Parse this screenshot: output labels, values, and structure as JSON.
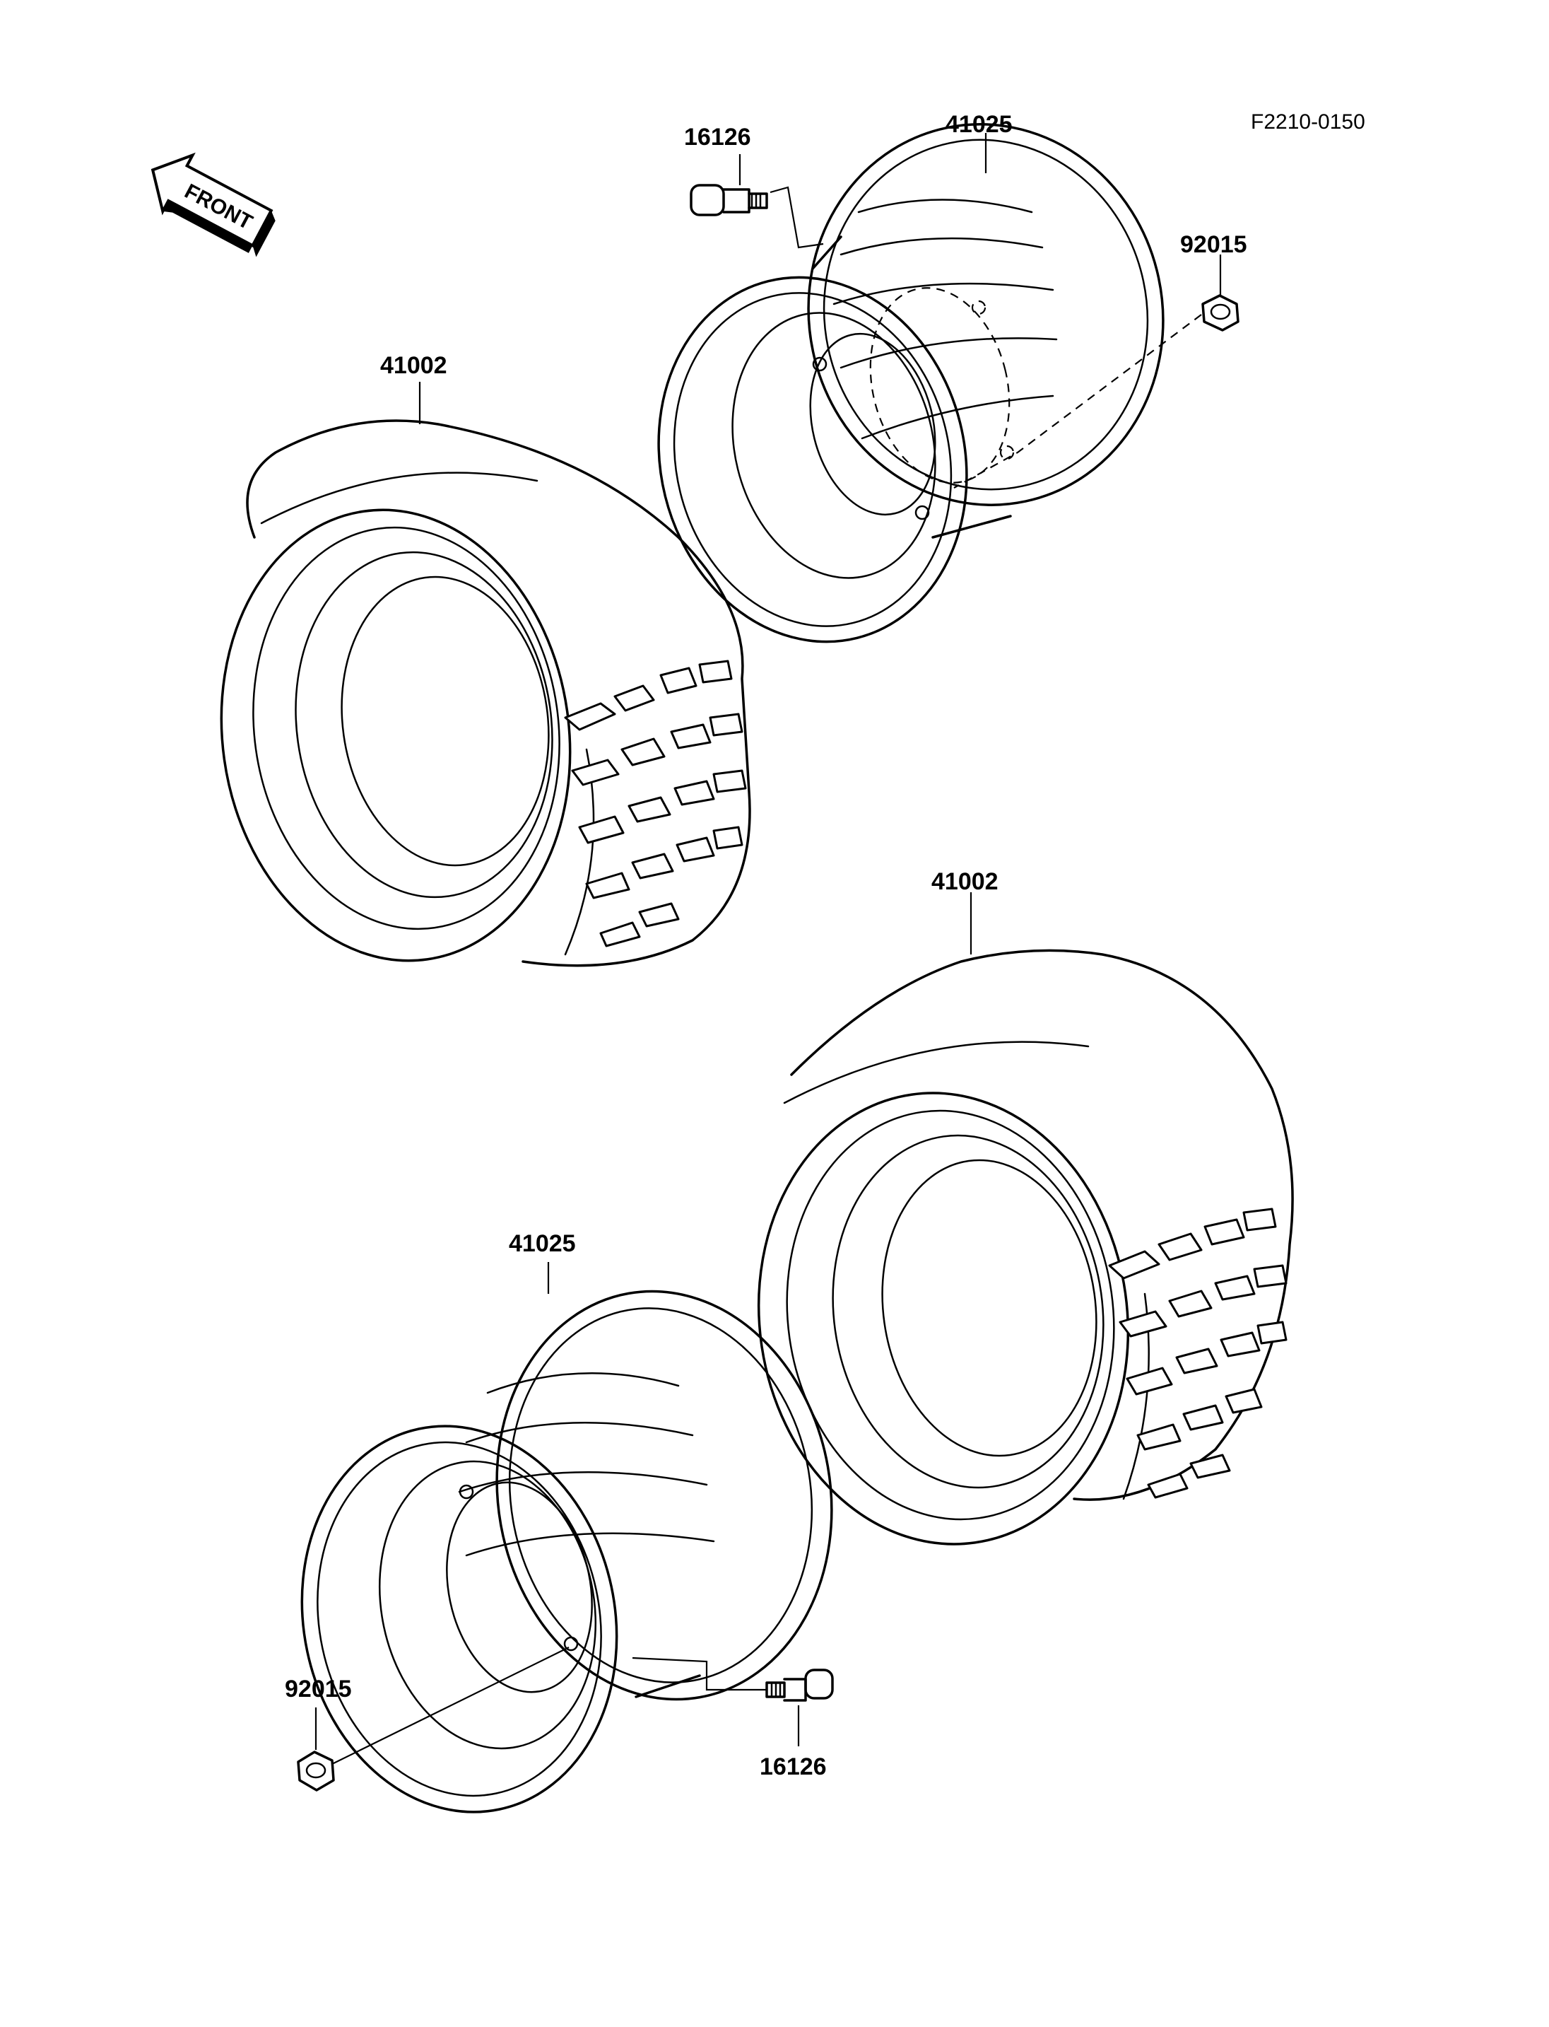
{
  "diagram": {
    "reference_code": "F2210-0150",
    "front_label": "FRONT",
    "callouts": [
      {
        "id": "c1",
        "part_number": "16126"
      },
      {
        "id": "c2",
        "part_number": "41025"
      },
      {
        "id": "c3",
        "part_number": "92015"
      },
      {
        "id": "c4",
        "part_number": "41002"
      },
      {
        "id": "c5",
        "part_number": "41002"
      },
      {
        "id": "c6",
        "part_number": "41025"
      },
      {
        "id": "c7",
        "part_number": "92015"
      },
      {
        "id": "c8",
        "part_number": "16126"
      }
    ]
  }
}
